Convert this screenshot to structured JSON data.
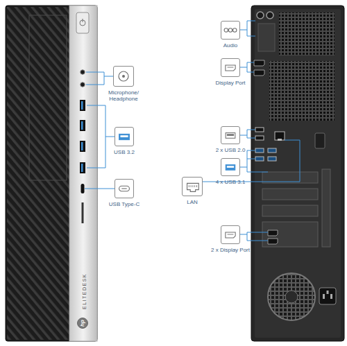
{
  "diagram": {
    "nodes": [
      {
        "text": [
          "Microphone/ Headphone"
        ]
      },
      {
        "text": [
          "USB 3.2"
        ]
      },
      {
        "text": [
          "USB Type-C"
        ]
      },
      {
        "text": [
          "Audio"
        ]
      },
      {
        "text": [
          "Display Port"
        ]
      },
      {
        "text": [
          "2 x USB 2.0"
        ]
      },
      {
        "text": [
          "4 x USB 3.1"
        ]
      },
      {
        "text": [
          "LAN"
        ]
      },
      {
        "text": [
          "2 x Display Port"
        ]
      }
    ],
    "labels": [
      "ELITEDESK",
      "hp"
    ]
  }
}
